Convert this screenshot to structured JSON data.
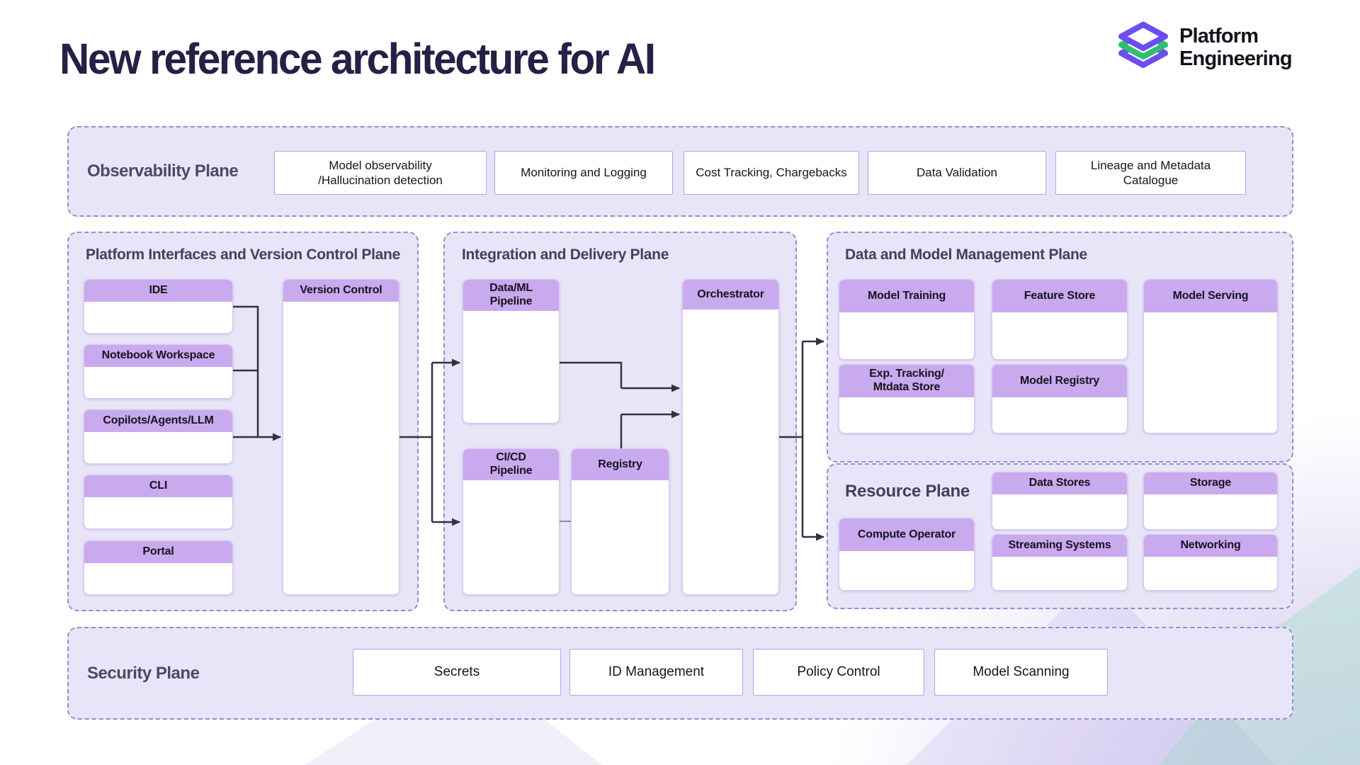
{
  "page": {
    "title": "New reference architecture for AI"
  },
  "logo": {
    "name_line1": "Platform",
    "name_line2": "Engineering"
  },
  "colors": {
    "title_text": "#262046",
    "plane_bg": "#e9e5f8",
    "plane_dashed_border": "#968bd2",
    "box_header_purple": "#c9aaef",
    "connector": "#2e3343",
    "logo_purple": "#6c4df0",
    "logo_green": "#2fbf71"
  },
  "planes": {
    "observability": {
      "title": "Observability Plane",
      "boxes": [
        {
          "label": "Model observability\n/Hallucination detection"
        },
        {
          "label": "Monitoring and Logging"
        },
        {
          "label": "Cost Tracking, Chargebacks"
        },
        {
          "label": "Data Validation"
        },
        {
          "label": "Lineage and Metadata Catalogue"
        }
      ]
    },
    "platform_interfaces": {
      "title": "Platform Interfaces and Version Control Plane",
      "boxes": [
        {
          "label": "IDE"
        },
        {
          "label": "Notebook Workspace"
        },
        {
          "label": "Copilots/Agents/LLM"
        },
        {
          "label": "CLI"
        },
        {
          "label": "Portal"
        }
      ],
      "version_control": {
        "label": "Version Control"
      }
    },
    "integration": {
      "title": "Integration and Delivery Plane",
      "data_ml": {
        "label": "Data/ML\nPipeline"
      },
      "cicd": {
        "label": "CI/CD\nPipeline"
      },
      "registry": {
        "label": "Registry"
      },
      "orchestrator": {
        "label": "Orchestrator"
      }
    },
    "data_model": {
      "title": "Data and Model Management Plane",
      "model_training": {
        "label": "Model Training"
      },
      "feature_store": {
        "label": "Feature Store"
      },
      "model_serving": {
        "label": "Model Serving"
      },
      "exp_tracking": {
        "label": "Exp. Tracking/\nMtdata Store"
      },
      "model_registry": {
        "label": "Model Registry"
      }
    },
    "resource": {
      "title": "Resource Plane",
      "compute_operator": {
        "label": "Compute Operator"
      },
      "data_stores": {
        "label": "Data Stores"
      },
      "streaming_systems": {
        "label": "Streaming Systems"
      },
      "storage": {
        "label": "Storage"
      },
      "networking": {
        "label": "Networking"
      }
    },
    "security": {
      "title": "Security Plane",
      "boxes": [
        {
          "label": "Secrets"
        },
        {
          "label": "ID Management"
        },
        {
          "label": "Policy Control"
        },
        {
          "label": "Model Scanning"
        }
      ]
    }
  }
}
